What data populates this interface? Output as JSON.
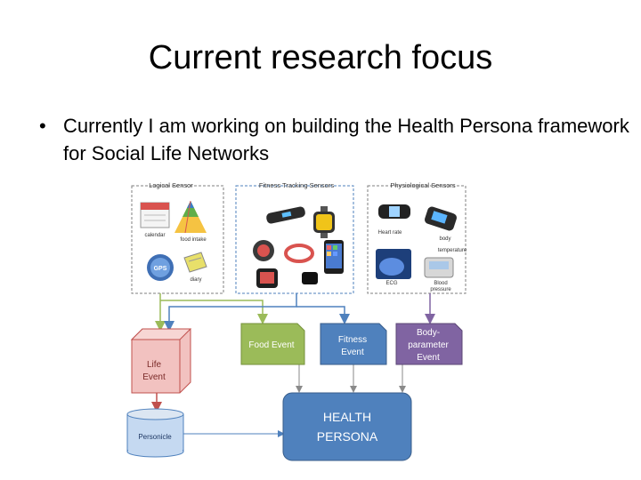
{
  "slide": {
    "title": "Current research focus",
    "bullet_marker": "•",
    "bullet_text": "Currently I am working on building the Health Persona framework for Social Life Networks"
  },
  "diagram": {
    "panels": {
      "logical": {
        "title": "Logical Sensor",
        "items": [
          "calendar",
          "food intake",
          "GPS",
          "diary"
        ]
      },
      "fitness": {
        "title": "Fitness Tracking Sensors"
      },
      "physiological": {
        "title": "Physiological Sensors",
        "items": [
          "Heart rate",
          "body temperature",
          "ECG",
          "Blood pressure"
        ]
      }
    },
    "boxes": {
      "life_event": [
        "Life",
        "Event"
      ],
      "food_event": "Food Event",
      "fitness_event": [
        "Fitness",
        "Event"
      ],
      "body_event": [
        "Body-",
        "parameter",
        "Event"
      ],
      "personicle": "Personicle",
      "health_persona": [
        "HEALTH",
        "PERSONA"
      ]
    },
    "colors": {
      "food_green": "#9bbb59",
      "fitness_blue": "#4f81bd",
      "body_purple": "#8064a2",
      "life_pink": "#f2c2c0",
      "persona_blue": "#4f81bd"
    },
    "icons": [
      "calendar-icon",
      "food-pyramid-icon",
      "gps-icon",
      "diary-icon",
      "fitness-band-icon",
      "smartwatch-icon",
      "heart-rate-monitor-icon",
      "smartphone-icon",
      "ecg-icon",
      "blood-pressure-icon"
    ]
  }
}
